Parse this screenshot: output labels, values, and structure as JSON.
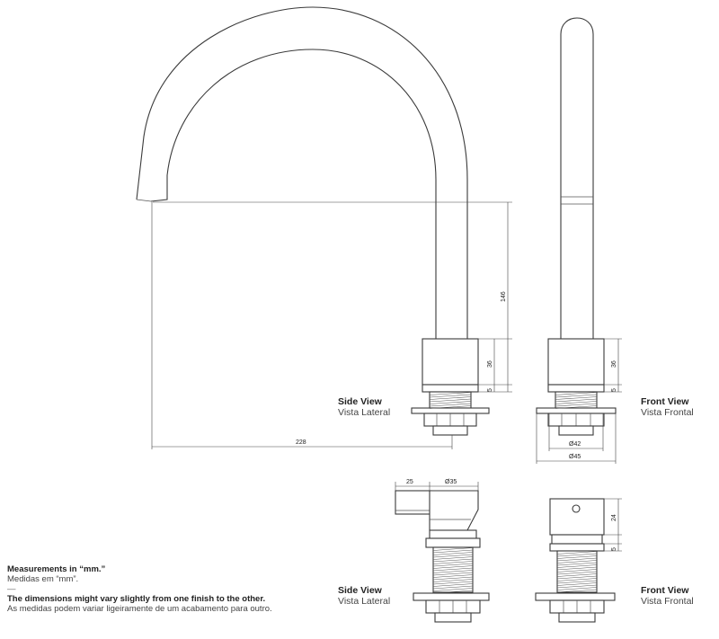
{
  "views": {
    "side_view_top": {
      "title": "Side View",
      "subtitle": "Vista Lateral"
    },
    "front_view_top": {
      "title": "Front View",
      "subtitle": "Vista Frontal"
    },
    "side_view_bottom": {
      "title": "Side View",
      "subtitle": "Vista Lateral"
    },
    "front_view_bottom": {
      "title": "Front View",
      "subtitle": "Vista Frontal"
    }
  },
  "dimensions": {
    "height_146": "146",
    "body_36_side": "36",
    "base_5_side": "5",
    "reach_228": "228",
    "body_36_front": "36",
    "base_5_front": "5",
    "dia_42": "Ø42",
    "dia_45": "Ø45",
    "lever_25": "25",
    "dia_35": "Ø35",
    "handle_24": "24",
    "handle_base_5": "5"
  },
  "notes": {
    "units_en": "Measurements in “mm.”",
    "units_pt": "Medidas em “mm”.",
    "separator": "—",
    "variation_en": "The dimensions might vary slightly from one finish to the other.",
    "variation_pt": "As medidas podem variar ligeiramente de um acabamento para outro."
  }
}
